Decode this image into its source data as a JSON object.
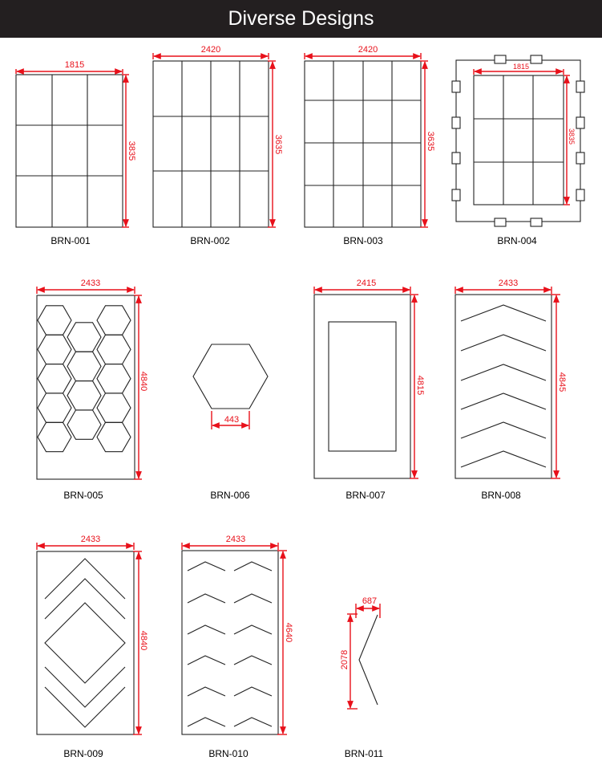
{
  "header": {
    "title": "Diverse Designs"
  },
  "designs": [
    {
      "code": "BRN-001",
      "width": "1815",
      "height": "3835"
    },
    {
      "code": "BRN-002",
      "width": "2420",
      "height": "3635"
    },
    {
      "code": "BRN-003",
      "width": "2420",
      "height": "3635"
    },
    {
      "code": "BRN-004",
      "width": "1815",
      "height": "3835"
    },
    {
      "code": "BRN-005",
      "width": "2433",
      "height": "4840"
    },
    {
      "code": "BRN-006",
      "width": "443"
    },
    {
      "code": "BRN-007",
      "width": "2415",
      "height": "4815"
    },
    {
      "code": "BRN-008",
      "width": "2433",
      "height": "4845"
    },
    {
      "code": "BRN-009",
      "width": "2433",
      "height": "4840"
    },
    {
      "code": "BRN-010",
      "width": "2433",
      "height": "4640"
    },
    {
      "code": "BRN-011",
      "width": "687",
      "height": "2078"
    }
  ],
  "colors": {
    "header_bg": "#231f20",
    "header_text": "#ffffff",
    "dimension": "#e8101a",
    "line": "#222222"
  }
}
